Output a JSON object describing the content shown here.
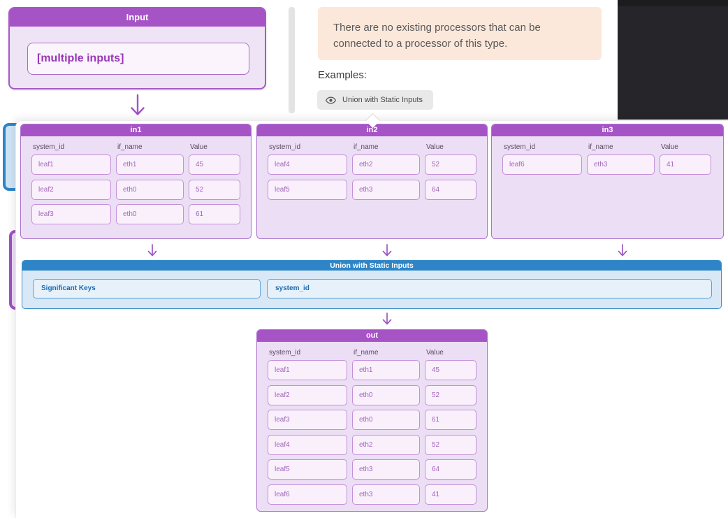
{
  "background": {
    "input_node": {
      "title": "Input",
      "field_text": "[multiple inputs]"
    },
    "alert_text": "There are no existing processors that can be connected to a processor of this type.",
    "examples_label": "Examples:",
    "example_button_label": "Union with Static Inputs"
  },
  "popover": {
    "processor": {
      "title": "Union with Static Inputs",
      "significant_keys_label": "Significant Keys",
      "significant_keys_value": "system_id"
    },
    "tables": {
      "in1": {
        "title": "in1",
        "columns": [
          "system_id",
          "if_name",
          "Value"
        ],
        "rows": [
          [
            "leaf1",
            "eth1",
            "45"
          ],
          [
            "leaf2",
            "eth0",
            "52"
          ],
          [
            "leaf3",
            "eth0",
            "61"
          ]
        ]
      },
      "in2": {
        "title": "in2",
        "columns": [
          "system_id",
          "if_name",
          "Value"
        ],
        "rows": [
          [
            "leaf4",
            "eth2",
            "52"
          ],
          [
            "leaf5",
            "eth3",
            "64"
          ]
        ]
      },
      "in3": {
        "title": "in3",
        "columns": [
          "system_id",
          "if_name",
          "Value"
        ],
        "rows": [
          [
            "leaf6",
            "eth3",
            "41"
          ]
        ]
      },
      "out": {
        "title": "out",
        "columns": [
          "system_id",
          "if_name",
          "Value"
        ],
        "rows": [
          [
            "leaf1",
            "eth1",
            "45"
          ],
          [
            "leaf2",
            "eth0",
            "52"
          ],
          [
            "leaf3",
            "eth0",
            "61"
          ],
          [
            "leaf4",
            "eth2",
            "52"
          ],
          [
            "leaf5",
            "eth3",
            "64"
          ],
          [
            "leaf6",
            "eth3",
            "41"
          ]
        ]
      }
    }
  },
  "colors": {
    "accent_purple": "#a653c6",
    "accent_blue": "#2d85c7",
    "alert_bg": "#fce8da",
    "dark_panel": "#26262a"
  }
}
